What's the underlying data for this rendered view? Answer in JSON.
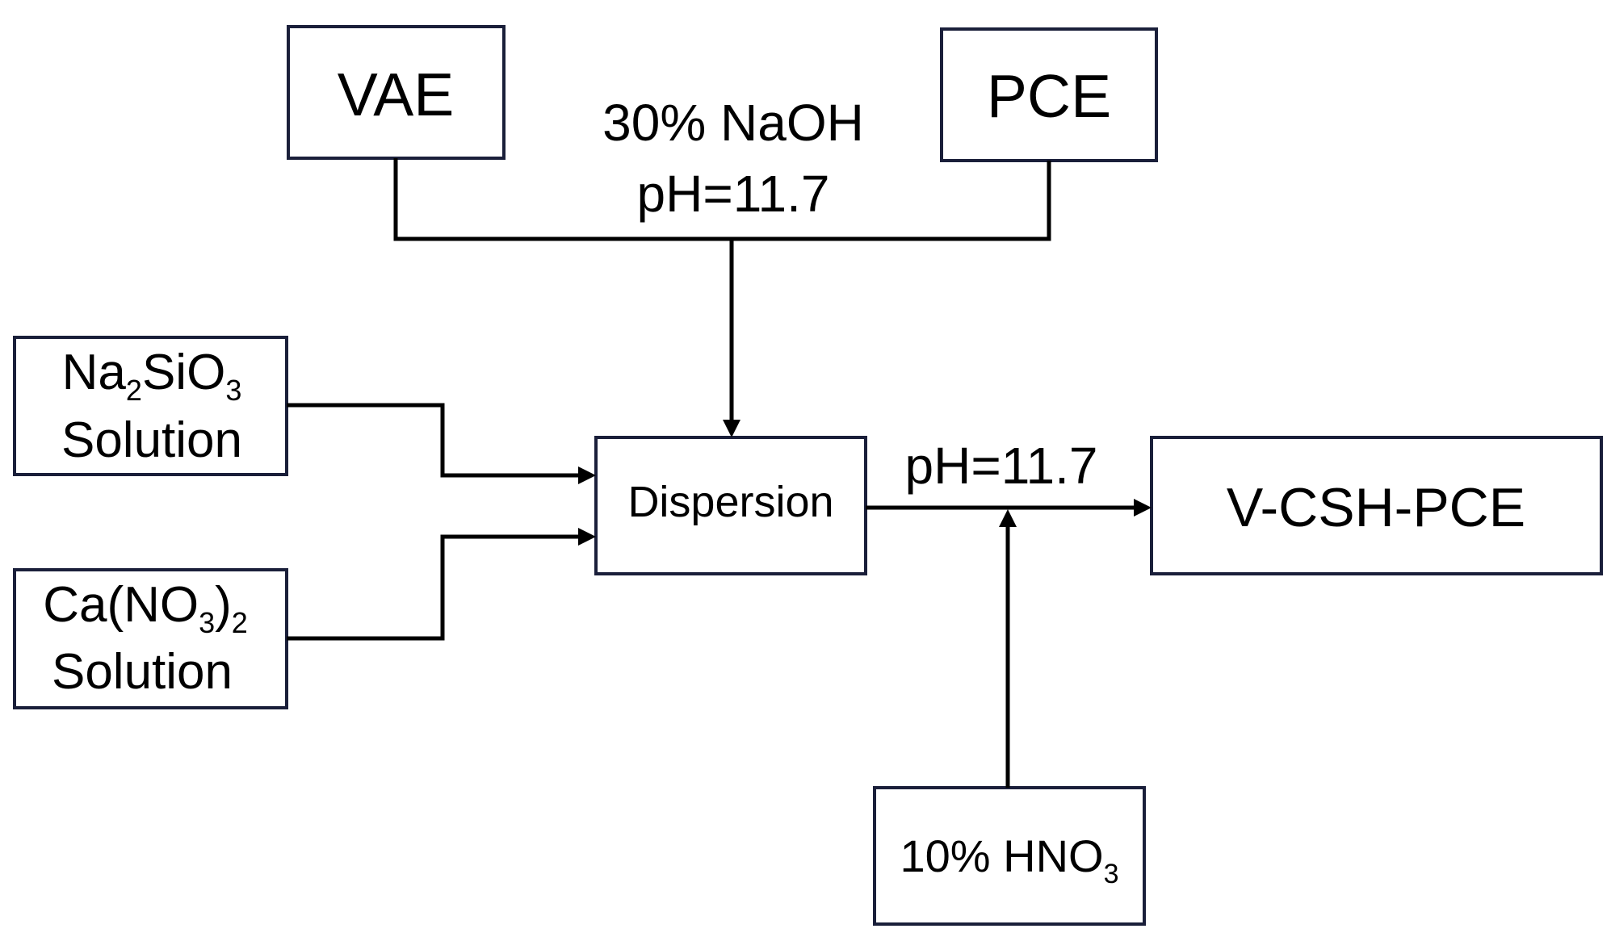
{
  "nodes": {
    "vae": {
      "label": "VAE"
    },
    "pce": {
      "label": "PCE"
    },
    "na2sio3": {
      "base": "Na",
      "sub1": "2",
      "mid": "SiO",
      "sub2": "3",
      "line2": "Solution"
    },
    "cano3": {
      "base": "Ca(NO",
      "sub1": "3",
      "mid": ")",
      "sub2": "2",
      "line2": "Solution"
    },
    "dispersion": {
      "label": "Dispersion"
    },
    "product": {
      "label": "V-CSH-PCE"
    },
    "hno3": {
      "base": "10% HNO",
      "sub": "3"
    }
  },
  "annotations": {
    "naoh": {
      "line1": "30% NaOH",
      "line2": "pH=11.7"
    },
    "ph_out": {
      "label": "pH=11.7"
    }
  },
  "colors": {
    "stroke": "#000000",
    "box_border": "#1a1f3a",
    "background": "#ffffff"
  }
}
